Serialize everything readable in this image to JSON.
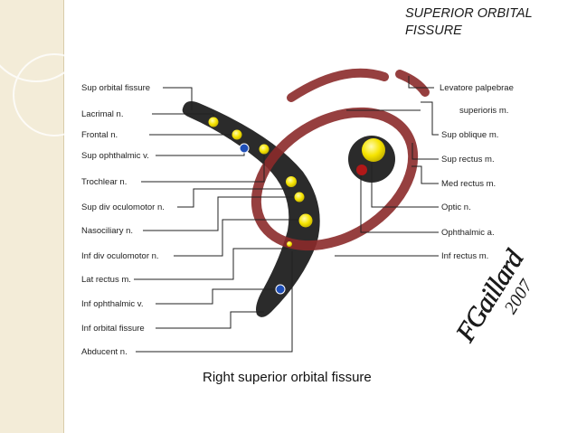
{
  "title": "SUPERIOR ORBITAL\nFISSURE",
  "caption": "Right superior orbital fissure",
  "signature": "F Gaillard 2007",
  "labels_left": [
    "Sup orbital fissure",
    "Lacrimal n.",
    "Frontal n.",
    "Sup ophthalmic v.",
    "Trochlear n.",
    "Sup div oculomotor n.",
    "Nasociliary n.",
    "Inf div oculomotor n.",
    "Lat rectus m.",
    "Inf ophthalmic v.",
    "Inf orbital fissure",
    "Abducent n."
  ],
  "labels_right": [
    "Levatore palpebrae",
    "superioris m.",
    "Sup oblique m.",
    "Sup rectus m.",
    "Med rectus m.",
    "Optic n.",
    "Ophthalmic a.",
    "Inf rectus m."
  ],
  "colors": {
    "background_band": "#f3ecd8",
    "fissure": "#2b2b2b",
    "nerve": "#f6e400",
    "vein": "#1f4fb8",
    "artery": "#b01818",
    "annulus": "#8b2a2a"
  }
}
